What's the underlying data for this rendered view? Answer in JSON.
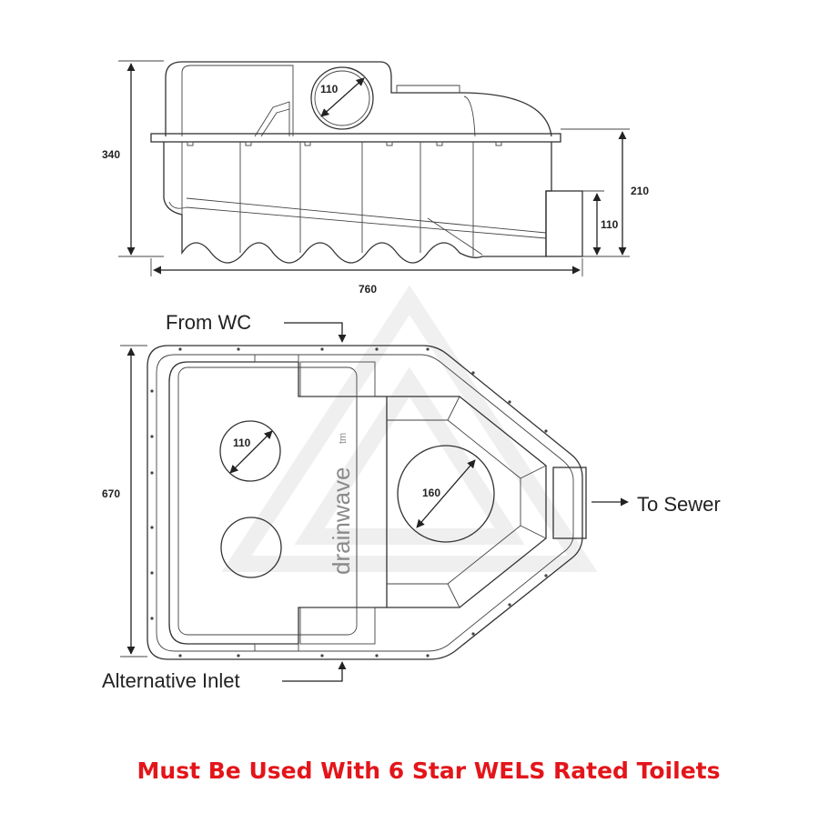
{
  "side_view": {
    "overall_height": "340",
    "outlet_height_total": "210",
    "outlet_height": "110",
    "inlet_diameter": "110",
    "overall_width": "760"
  },
  "top_view": {
    "overall_depth": "670",
    "from_label": "From WC",
    "alt_inlet_label": "Alternative Inlet",
    "to_label": "To Sewer",
    "inlet_diameter": "110",
    "outlet_diameter": "160",
    "brand": "drainwave",
    "brand_tm": "tm"
  },
  "notice": {
    "text": "Must Be Used With 6 Star WELS Rated Toilets",
    "color": "#e3151a"
  }
}
